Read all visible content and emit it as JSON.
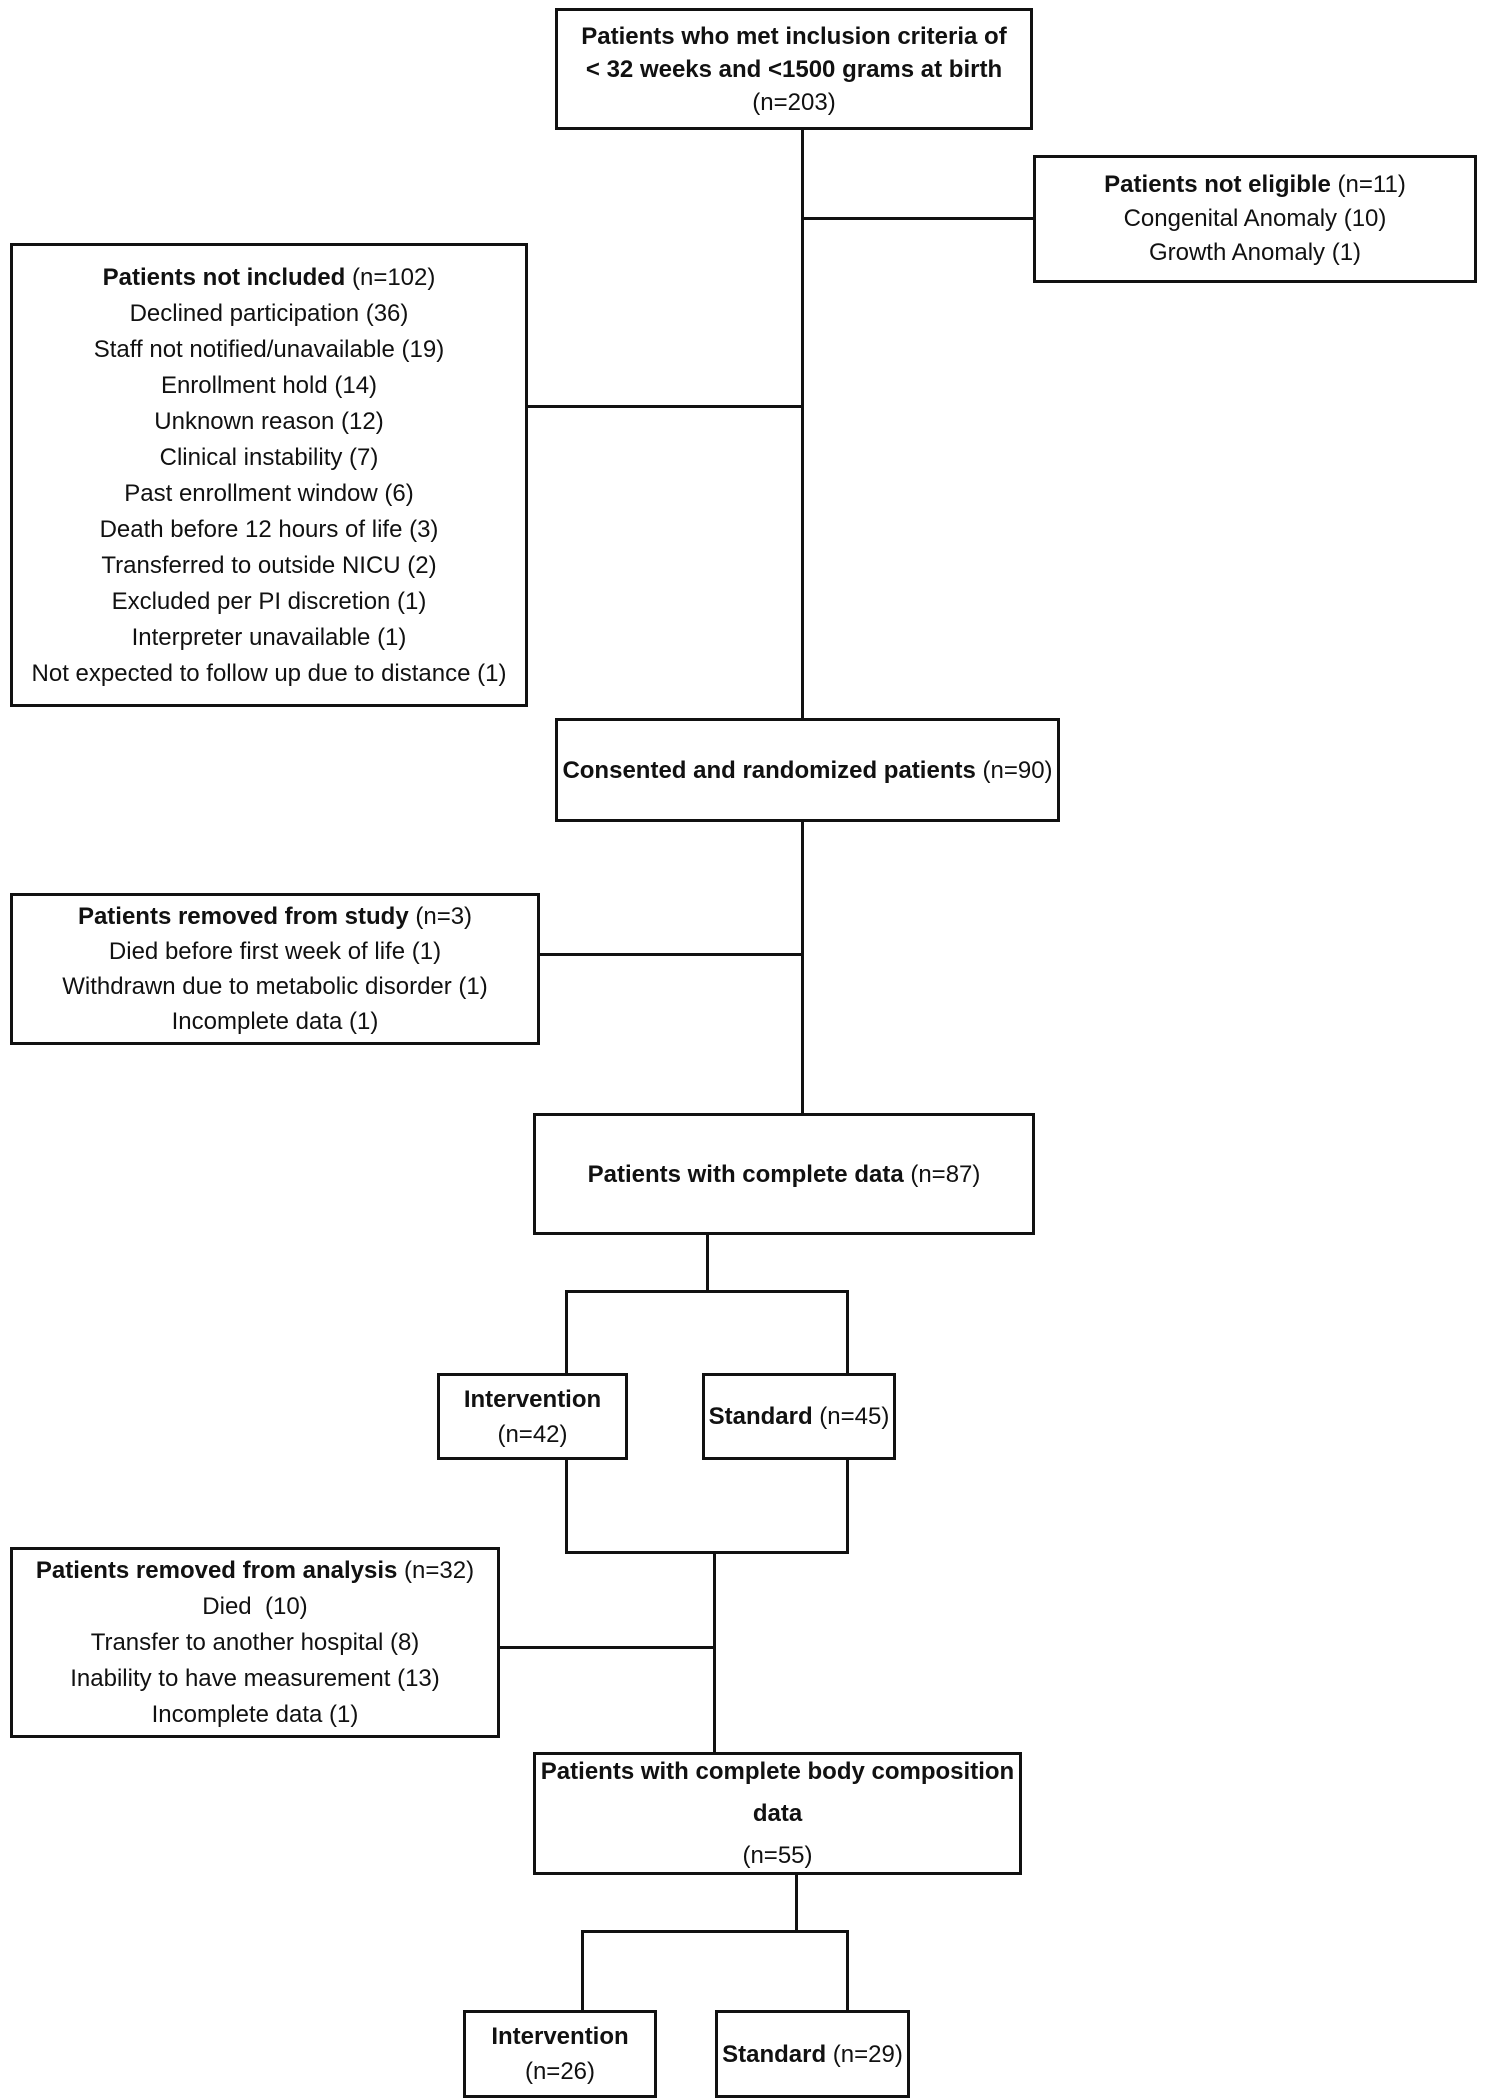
{
  "colors": {
    "border": "#111111",
    "text": "#111111",
    "background": "#ffffff"
  },
  "boxes": {
    "inclusion": {
      "line1": "Patients who met inclusion criteria of",
      "line2": "< 32 weeks and <1500 grams at birth",
      "count": "(n=203)"
    },
    "not_eligible": {
      "title": "Patients not eligible",
      "count": " (n=11)",
      "items": [
        "Congenital Anomaly (10)",
        "Growth Anomaly (1)"
      ]
    },
    "not_included": {
      "title": "Patients not included",
      "count": " (n=102)",
      "items": [
        "Declined participation (36)",
        "Staff not notified/unavailable (19)",
        "Enrollment hold (14)",
        "Unknown reason (12)",
        "Clinical instability (7)",
        "Past enrollment window (6)",
        "Death before 12 hours of life (3)",
        "Transferred to outside NICU (2)",
        "Excluded per PI discretion (1)",
        "Interpreter unavailable (1)",
        "Not expected to follow up due to distance (1)"
      ]
    },
    "consented": {
      "title": "Consented and randomized patients",
      "count": " (n=90)"
    },
    "removed_study": {
      "title": "Patients removed from study",
      "count": " (n=3)",
      "items": [
        "Died before first week of life (1)",
        "Withdrawn due to metabolic disorder (1)",
        "Incomplete data (1)"
      ]
    },
    "complete_data": {
      "title": "Patients with complete data",
      "count": " (n=87)"
    },
    "intervention_randomized": {
      "title": "Intervention",
      "count": " (n=42)"
    },
    "standard_randomized": {
      "title": "Standard",
      "count": " (n=45)"
    },
    "removed_analysis": {
      "title": "Patients removed from analysis",
      "count": " (n=32)",
      "items": [
        "Died  (10)",
        "Transfer to another hospital (8)",
        "Inability to have measurement (13)",
        "Incomplete data (1)"
      ]
    },
    "body_composition": {
      "title": "Patients with complete body composition data",
      "count": "(n=55)"
    },
    "intervention_final": {
      "title": "Intervention",
      "count": " (n=26)"
    },
    "standard_final": {
      "title": "Standard",
      "count": " (n=29)"
    }
  }
}
